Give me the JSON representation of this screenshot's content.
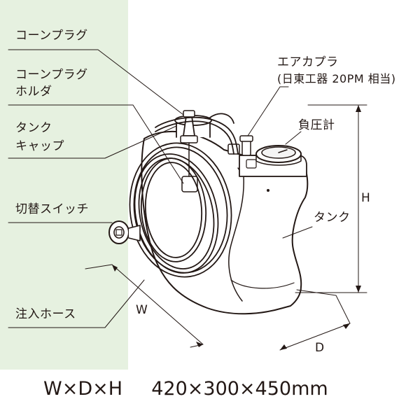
{
  "labels": {
    "cone_plug": "コーンプラグ",
    "cone_plug_holder_1": "コーンプラグ",
    "cone_plug_holder_2": "ホルダ",
    "tank_cap_1": "タンク",
    "tank_cap_2": "キャップ",
    "switch": "切替スイッチ",
    "hose": "注入ホース",
    "coupler_1": "エアカプラ",
    "coupler_2": "(日東工器 20PM 相当)",
    "gauge": "負圧計",
    "tank": "タンク",
    "dim_h": "H",
    "dim_w": "W",
    "dim_d": "D"
  },
  "dimensions": {
    "letters": "W×D×H",
    "values": "420×300×450mm"
  },
  "colors": {
    "panel": "#e6f1e0",
    "line": "#231815",
    "body_fill": "#ffffff",
    "shade": "#9a9a9a"
  }
}
